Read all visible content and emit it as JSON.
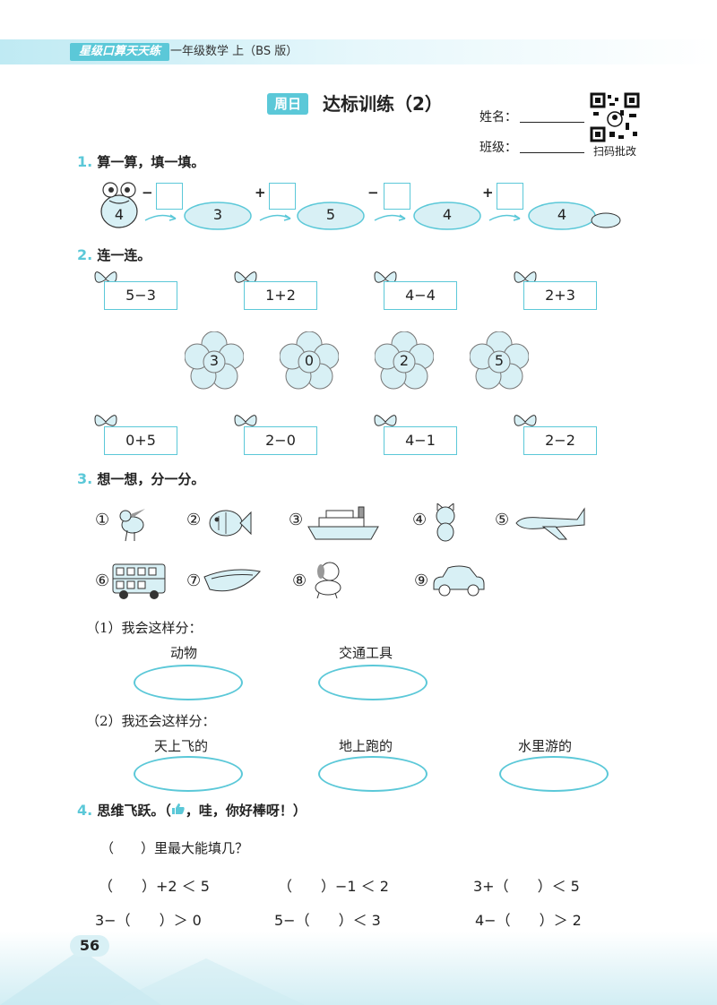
{
  "header": {
    "brand": "星级口算天天练",
    "book": "一年级数学 上（BS 版）"
  },
  "title": {
    "badge": "周日",
    "text": "达标训练（2）"
  },
  "student": {
    "name_label": "姓名：",
    "class_label": "班级：",
    "qr_caption": "扫码批改"
  },
  "s1": {
    "num": "1.",
    "title": "算一算，填一填。",
    "start": "4",
    "steps": [
      {
        "op": "−",
        "result": "3"
      },
      {
        "op": "+",
        "result": "5"
      },
      {
        "op": "−",
        "result": "4"
      },
      {
        "op": "+",
        "result": "4"
      }
    ]
  },
  "s2": {
    "num": "2.",
    "title": "连一连。",
    "top": [
      "5−3",
      "1+2",
      "4−4",
      "2+3"
    ],
    "flowers": [
      "3",
      "0",
      "2",
      "5"
    ],
    "bottom": [
      "0+5",
      "2−0",
      "4−1",
      "2−2"
    ]
  },
  "s3": {
    "num": "3.",
    "title": "想一想，分一分。",
    "items": [
      "①",
      "②",
      "③",
      "④",
      "⑤",
      "⑥",
      "⑦",
      "⑧",
      "⑨"
    ],
    "part1": "（1）我会这样分：",
    "cat1": [
      "动物",
      "交通工具"
    ],
    "part2": "（2）我还会这样分：",
    "cat2": [
      "天上飞的",
      "地上跑的",
      "水里游的"
    ]
  },
  "s4": {
    "num": "4.",
    "title": "思维飞跃。（",
    "title_tail": "，哇，你好棒呀！）",
    "question": "（　　）里最大能填几？",
    "row1": [
      "（　　）+2 ＜ 5",
      "（　　）−1 ＜ 2",
      "3+（　　）＜ 5"
    ],
    "row2": [
      "3−（　　）＞ 0",
      "5−（　　）＜ 3",
      "4−（　　）＞ 2"
    ]
  },
  "footer": {
    "page": "56"
  },
  "colors": {
    "accent": "#5bc8d8",
    "light": "#d8f0f5"
  }
}
